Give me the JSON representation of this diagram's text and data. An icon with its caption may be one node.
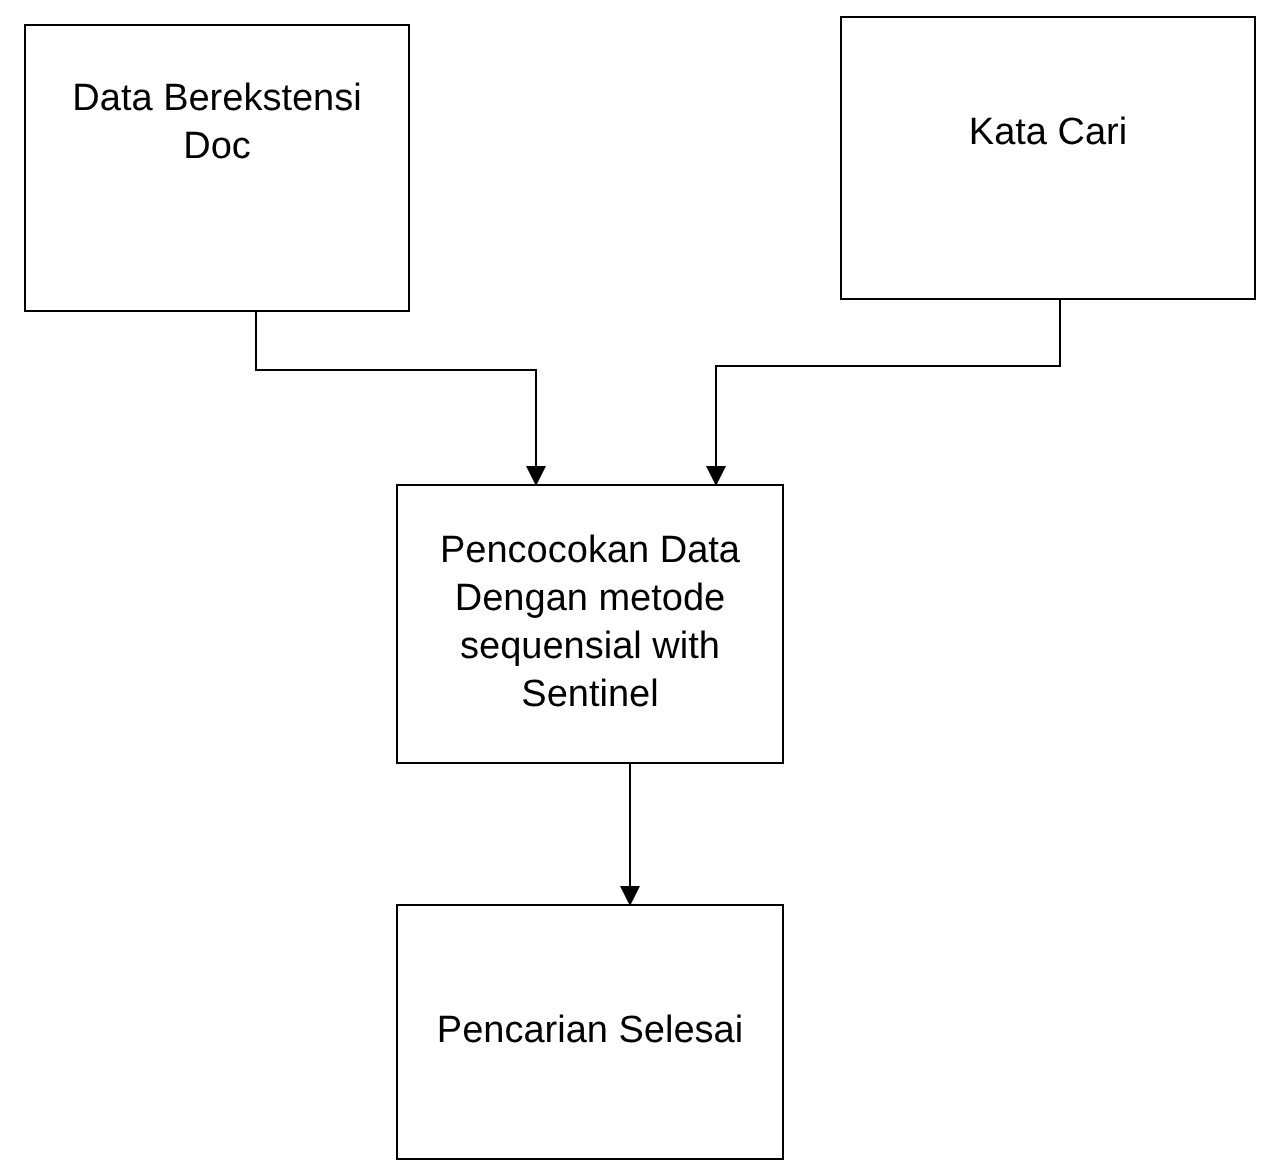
{
  "diagram": {
    "nodes": [
      {
        "text": [
          "Data Berekstensi Doc"
        ]
      },
      {
        "text": [
          "Kata Cari"
        ]
      },
      {
        "text": [
          "Pencocokan Data Dengan metode sequensial with Sentinel"
        ]
      },
      {
        "text": [
          "Pencarian Selesai"
        ]
      }
    ],
    "edges": [
      {
        "from": 0,
        "to": 2,
        "arrow": "to"
      },
      {
        "from": 1,
        "to": 2,
        "arrow": "to"
      },
      {
        "from": 2,
        "to": 3,
        "arrow": "to"
      }
    ]
  }
}
